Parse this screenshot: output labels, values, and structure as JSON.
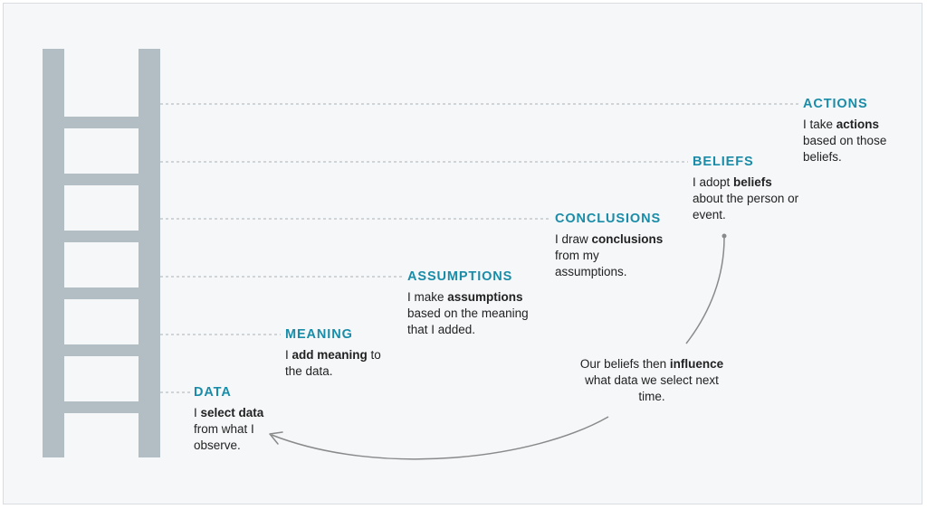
{
  "steps": [
    {
      "id": "data",
      "title": "DATA",
      "pre": "I ",
      "bold": "select data",
      "post": " from what I observe."
    },
    {
      "id": "meaning",
      "title": "MEANING",
      "pre": "I ",
      "bold": "add meaning",
      "post": " to the data."
    },
    {
      "id": "assumptions",
      "title": "ASSUMPTIONS",
      "pre": "I make ",
      "bold": "assumptions",
      "post": " based on the meaning that I added."
    },
    {
      "id": "conclusions",
      "title": "CONCLUSIONS",
      "pre": "I draw ",
      "bold": "conclusions",
      "post": " from my assumptions."
    },
    {
      "id": "beliefs",
      "title": "BELIEFS",
      "pre": "I adopt ",
      "bold": "beliefs",
      "post": " about the person or event."
    },
    {
      "id": "actions",
      "title": "ACTIONS",
      "pre": "I take ",
      "bold": "actions",
      "post": " based on those beliefs."
    }
  ],
  "note": {
    "pre": "Our beliefs then ",
    "bold": "influence",
    "post": " what data we select next time."
  },
  "colors": {
    "accent": "#1a8ca8",
    "ladder": "#b3bec4",
    "arrow": "#8a8a8a",
    "dash": "#a8b0b6"
  }
}
